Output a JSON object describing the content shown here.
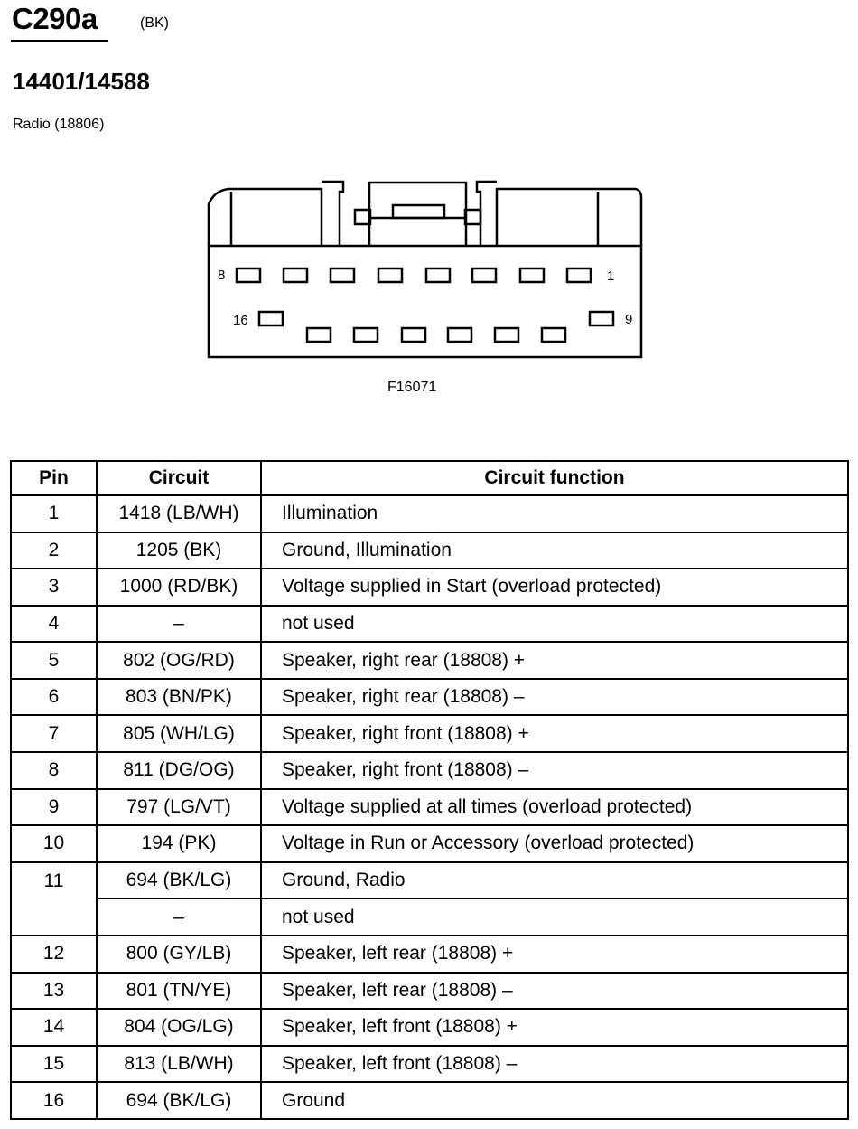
{
  "header": {
    "connector_id": "C290a",
    "connector_color": "(BK)",
    "part_number": "14401/14588",
    "description": "Radio (18806)"
  },
  "diagram": {
    "pin_labels": {
      "pin_8": "8",
      "pin_1": "1",
      "pin_16": "16",
      "pin_9": "9"
    },
    "figure_code": "F16071"
  },
  "table": {
    "headers": {
      "pin": "Pin",
      "circuit": "Circuit",
      "function": "Circuit function"
    },
    "rows": [
      {
        "pin": "1",
        "circuit": "1418 (LB/WH)",
        "function": "Illumination"
      },
      {
        "pin": "2",
        "circuit": "1205 (BK)",
        "function": "Ground, Illumination"
      },
      {
        "pin": "3",
        "circuit": "1000 (RD/BK)",
        "function": "Voltage supplied in Start (overload protected)"
      },
      {
        "pin": "4",
        "circuit": "–",
        "function": "not used"
      },
      {
        "pin": "5",
        "circuit": "802 (OG/RD)",
        "function": "Speaker, right rear (18808) +"
      },
      {
        "pin": "6",
        "circuit": "803 (BN/PK)",
        "function": "Speaker, right rear (18808) –"
      },
      {
        "pin": "7",
        "circuit": "805 (WH/LG)",
        "function": "Speaker, right front (18808) +"
      },
      {
        "pin": "8",
        "circuit": "811 (DG/OG)",
        "function": "Speaker, right front (18808) –"
      },
      {
        "pin": "9",
        "circuit": "797 (LG/VT)",
        "function": "Voltage supplied at all times (overload protected)"
      },
      {
        "pin": "10",
        "circuit": "194 (PK)",
        "function": "Voltage in Run or Accessory (overload protected)"
      },
      {
        "pin": "11",
        "circuit": "694 (BK/LG)",
        "function": "Ground, Radio"
      },
      {
        "pin": "",
        "circuit": "–",
        "function": "not used"
      },
      {
        "pin": "12",
        "circuit": "800 (GY/LB)",
        "function": "Speaker, left rear (18808) +"
      },
      {
        "pin": "13",
        "circuit": "801 (TN/YE)",
        "function": "Speaker, left rear (18808) –"
      },
      {
        "pin": "14",
        "circuit": "804 (OG/LG)",
        "function": "Speaker, left front (18808) +"
      },
      {
        "pin": "15",
        "circuit": "813 (LB/WH)",
        "function": "Speaker, left front (18808) –"
      },
      {
        "pin": "16",
        "circuit": "694 (BK/LG)",
        "function": "Ground"
      }
    ]
  }
}
